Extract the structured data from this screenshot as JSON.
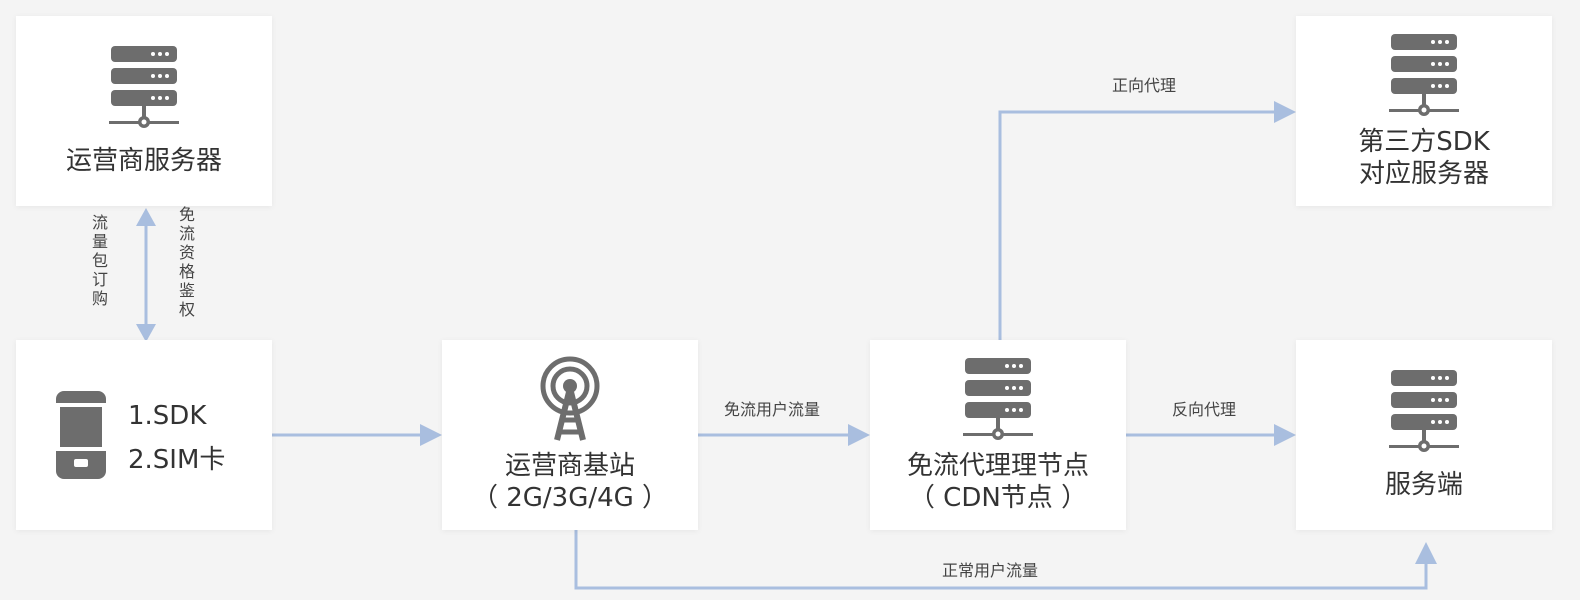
{
  "colors": {
    "arrow": "#a9bedf",
    "icon": "#6d6d6d",
    "box": "#ffffff",
    "background": "#f4f4f4"
  },
  "nodes": {
    "carrier_server": {
      "label": "运营商服务器",
      "icon": "server-icon"
    },
    "device": {
      "lines": [
        "1.SDK",
        "2.SIM卡"
      ],
      "icon": "phone-icon"
    },
    "base_station": {
      "lines": [
        "运营商基站",
        "（ 2G/3G/4G ）"
      ],
      "icon": "antenna-icon"
    },
    "proxy_node": {
      "lines": [
        "免流代理理节点",
        "（ CDN节点 ）"
      ],
      "icon": "server-icon"
    },
    "third_party": {
      "lines": [
        "第三方SDK",
        "对应服务器"
      ],
      "icon": "server-icon"
    },
    "backend": {
      "label": "服务端",
      "icon": "server-icon"
    }
  },
  "edges": {
    "subscribe": "流量包订购",
    "auth": "免流资格鉴权",
    "free_traffic": "免流用户流量",
    "forward_proxy": "正向代理",
    "reverse_proxy": "反向代理",
    "normal_traffic": "正常用户流量"
  }
}
